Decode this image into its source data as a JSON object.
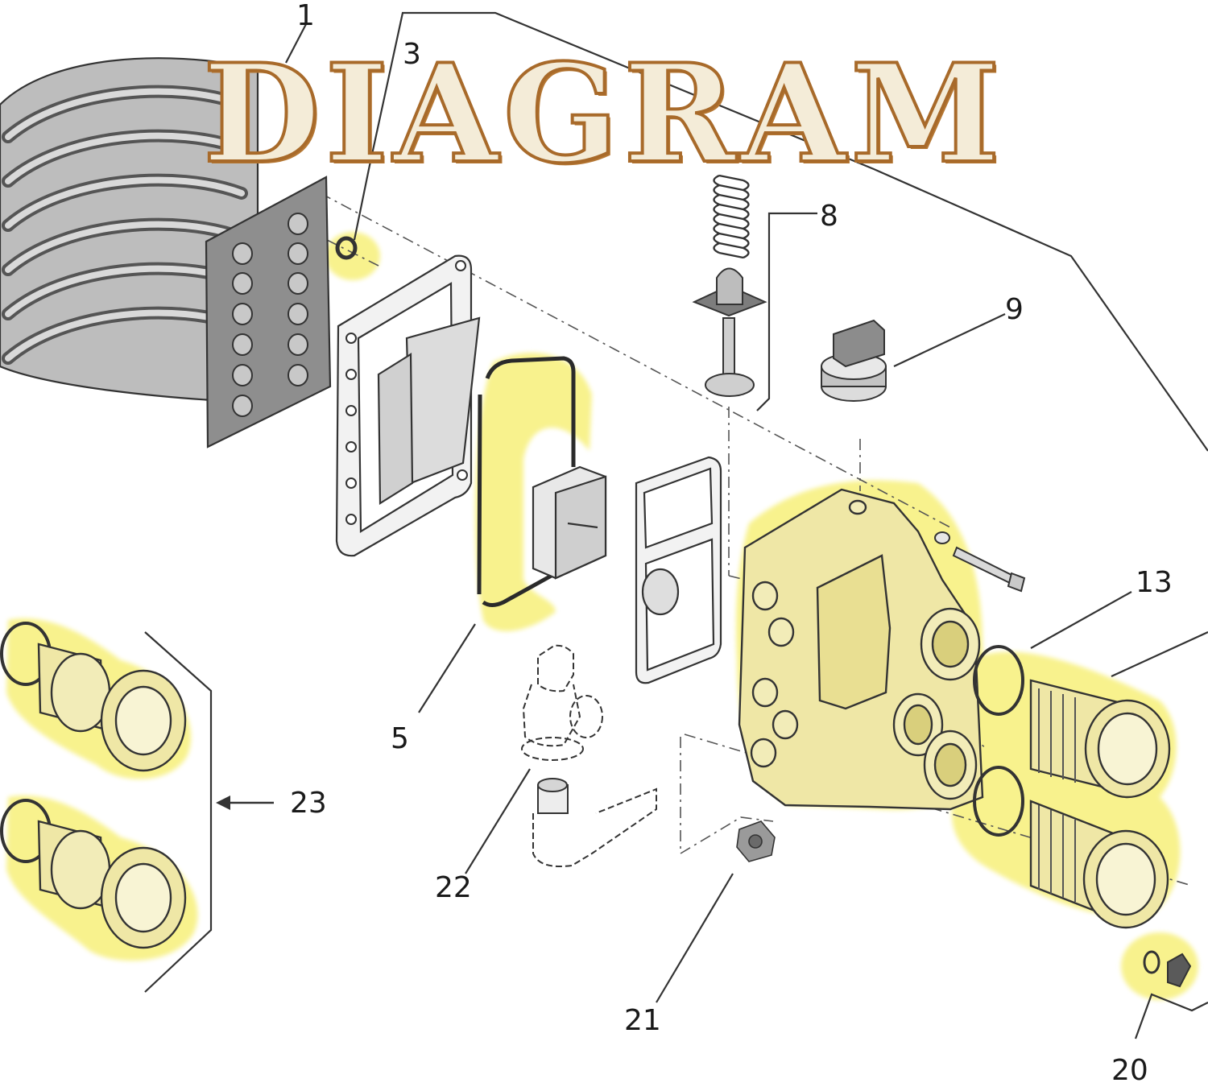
{
  "banner": {
    "title": "DIAGRAM"
  },
  "callouts": [
    {
      "id": "p1",
      "label": "1"
    },
    {
      "id": "p3",
      "label": "3"
    },
    {
      "id": "p5",
      "label": "5"
    },
    {
      "id": "p8",
      "label": "8"
    },
    {
      "id": "p9",
      "label": "9"
    },
    {
      "id": "p13",
      "label": "13"
    },
    {
      "id": "p20",
      "label": "20"
    },
    {
      "id": "p21",
      "label": "21"
    },
    {
      "id": "p22",
      "label": "22"
    },
    {
      "id": "p23",
      "label": "23"
    }
  ],
  "colors": {
    "highlight": "#f7f07a",
    "line": "#333333",
    "part_fill": "#e6e6e6",
    "part_dark": "#8a8a8a",
    "banner_fill": "#f4ecd8",
    "banner_stroke": "#a86a2a"
  }
}
